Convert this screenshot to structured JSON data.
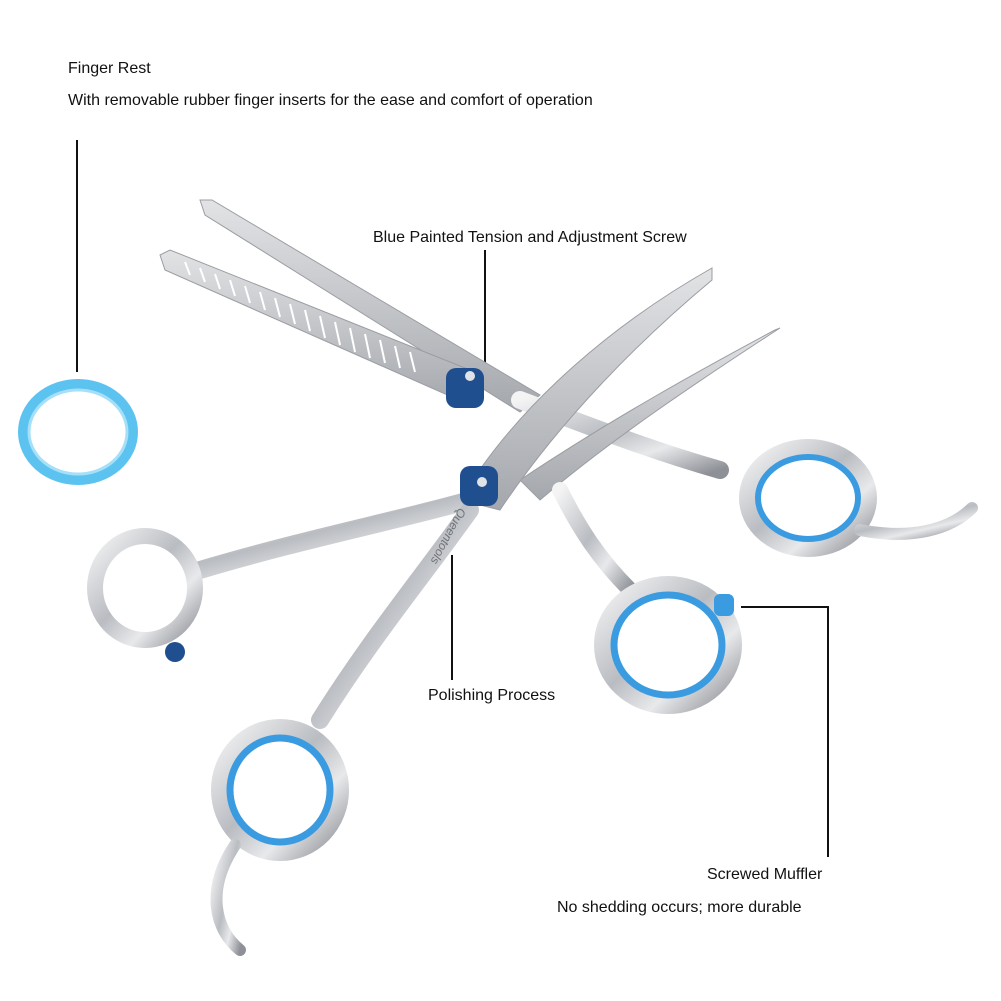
{
  "finger_rest": {
    "title": "Finger Rest",
    "description": "With removable rubber finger inserts for the ease and comfort of operation"
  },
  "tension_screw": {
    "title": "Blue Painted Tension and Adjustment Screw"
  },
  "polishing": {
    "title": "Polishing Process"
  },
  "muffler": {
    "title": "Screwed Muffler",
    "description": "No shedding occurs; more durable"
  },
  "brand_engraving": "Queentools",
  "colors": {
    "accent_blue": "#3a9be0",
    "ring_light_blue": "#5cc3f0",
    "screw_blue": "#1f4f8f",
    "steel": "#c9cbcf",
    "text": "#111111"
  }
}
